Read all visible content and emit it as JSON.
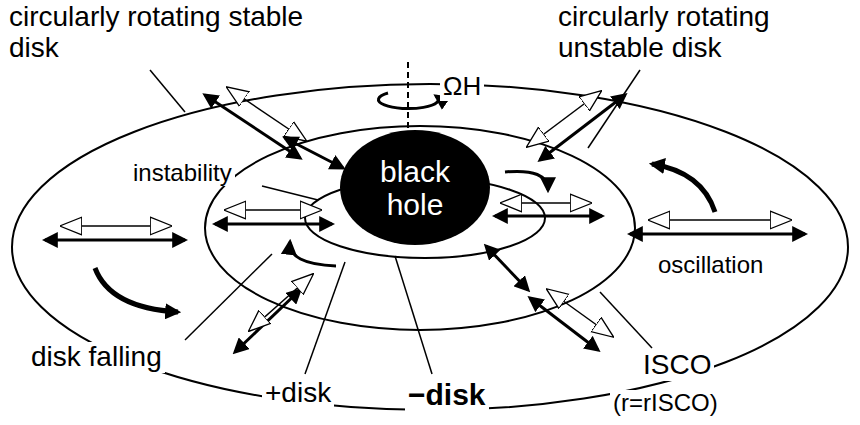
{
  "diagram": {
    "nodes": [
      {
        "text": [
          "black hole"
        ]
      }
    ],
    "labels": [
      "circularly rotating stable disk",
      "circularly rotating unstable disk",
      "ΩH",
      "instability",
      "oscillation",
      "disk falling",
      "+disk",
      "−disk",
      "ISCO",
      "(r=rISCO)"
    ]
  }
}
